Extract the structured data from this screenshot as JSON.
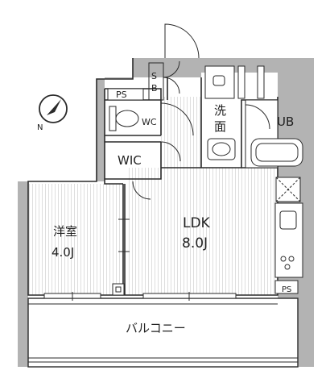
{
  "rooms": {
    "western_room": {
      "name": "洋室",
      "size": "4.0J"
    },
    "ldk": {
      "name": "LDK",
      "size": "8.0J"
    },
    "wic": "WIC",
    "wc": "WC",
    "ub": "UB",
    "washroom": "洗面",
    "ps_top": "PS",
    "ps_kitchen": "PS",
    "sb": "S\nB",
    "balcony": "バルコニー"
  },
  "compass": {
    "north_label": "N"
  },
  "colors": {
    "wall": "#b3b3b3",
    "outline": "#2a2a2a",
    "floor_grid": "#d6d6d6",
    "background": "#ffffff"
  }
}
